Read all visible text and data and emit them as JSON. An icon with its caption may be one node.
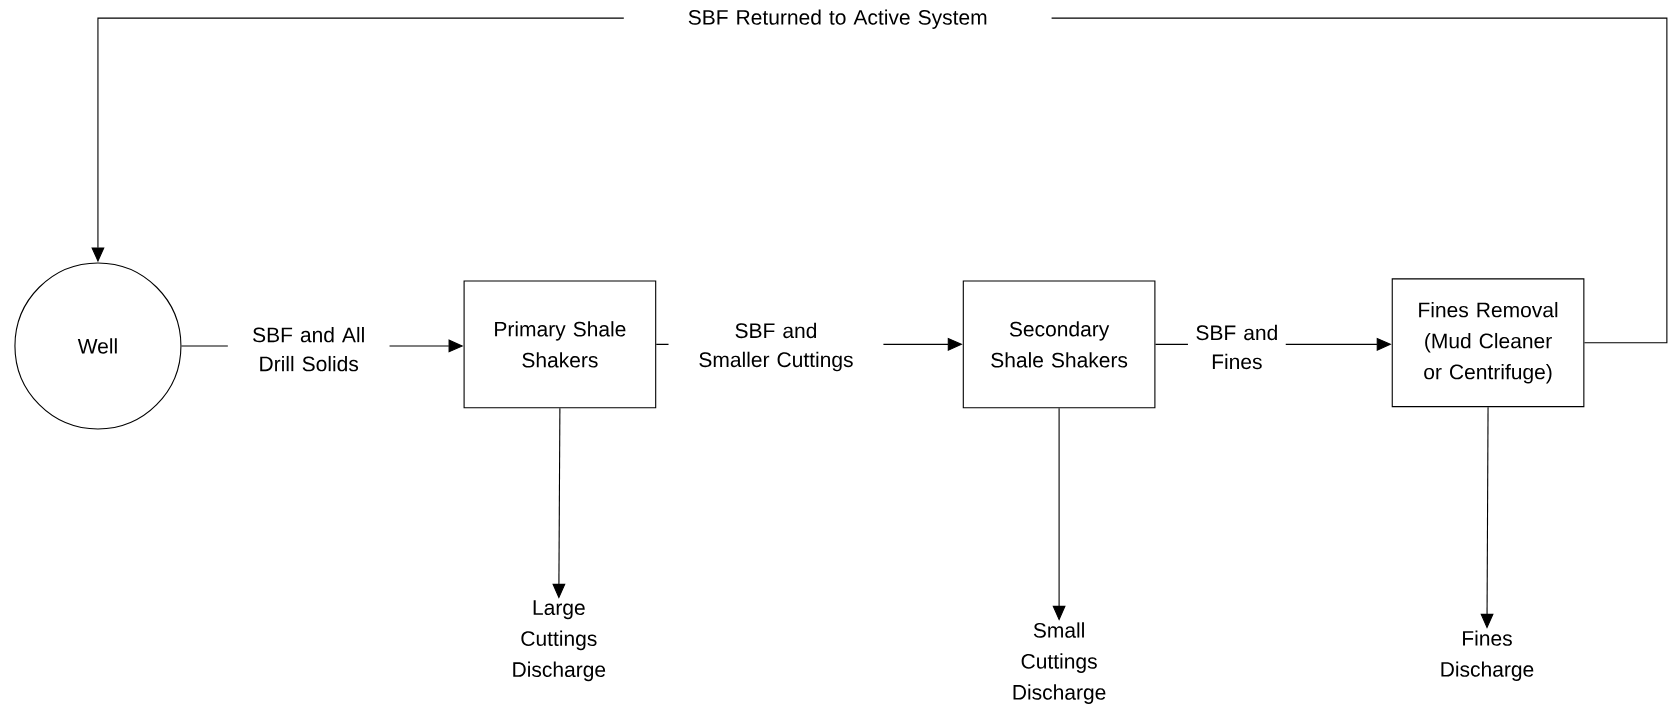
{
  "diagram": {
    "nodes": [
      {
        "text": [
          "Well"
        ]
      },
      {
        "text": [
          "Primary Shale Shakers"
        ]
      },
      {
        "text": [
          "Secondary Shale Shakers"
        ]
      },
      {
        "text": [
          "Fines Removal (Mud Cleaner or Centrifuge)"
        ]
      },
      {
        "text": [
          "Large Cuttings Discharge"
        ]
      },
      {
        "text": [
          "Small Cuttings Discharge"
        ]
      },
      {
        "text": [
          "Fines Discharge"
        ]
      }
    ],
    "edges": [
      {
        "from": 0,
        "to": 1,
        "arrow": "to",
        "label": "SBF and All Drill Solids"
      },
      {
        "from": 1,
        "to": 2,
        "arrow": "to",
        "label": "SBF and Smaller Cuttings"
      },
      {
        "from": 2,
        "to": 3,
        "arrow": "to",
        "label": "SBF and Fines"
      },
      {
        "from": 1,
        "to": 4,
        "arrow": "to"
      },
      {
        "from": 2,
        "to": 5,
        "arrow": "to"
      },
      {
        "from": 3,
        "to": 6,
        "arrow": "to"
      },
      {
        "from": 3,
        "to": 0,
        "arrow": "to",
        "label": "SBF Returned to Active System"
      }
    ]
  }
}
